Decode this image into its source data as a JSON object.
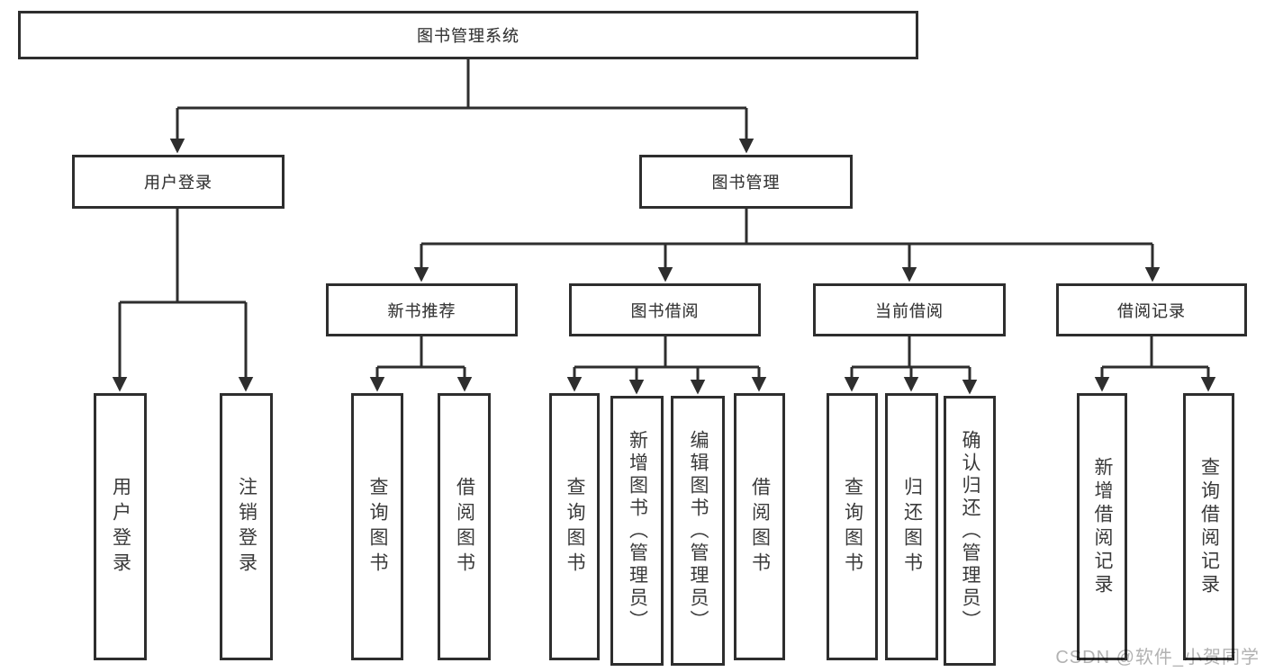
{
  "diagram": {
    "title": "图书管理系统",
    "watermark": "CSDN @软件_小贺同学",
    "colors": {
      "line": "#2e2e2e",
      "text": "#3a3a3a",
      "watermark": "#b2b2b2",
      "background": "#ffffff"
    },
    "level2": [
      {
        "label": "用户登录"
      },
      {
        "label": "图书管理"
      }
    ],
    "level3": [
      {
        "label": "新书推荐"
      },
      {
        "label": "图书借阅"
      },
      {
        "label": "当前借阅"
      },
      {
        "label": "借阅记录"
      }
    ],
    "leaves": [
      {
        "label": "用户登录"
      },
      {
        "label": "注销登录"
      },
      {
        "label": "查询图书"
      },
      {
        "label": "借阅图书"
      },
      {
        "label": "查询图书"
      },
      {
        "label": "新增图书（管理员）"
      },
      {
        "label": "编辑图书（管理员）"
      },
      {
        "label": "借阅图书"
      },
      {
        "label": "查询图书"
      },
      {
        "label": "归还图书"
      },
      {
        "label": "确认归还（管理员）"
      },
      {
        "label": "新增借阅记录"
      },
      {
        "label": "查询借阅记录"
      }
    ]
  }
}
